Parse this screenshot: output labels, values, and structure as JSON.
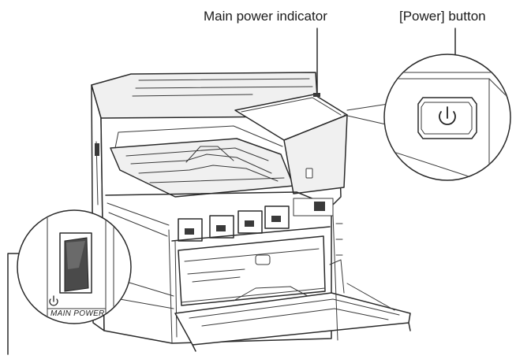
{
  "labels": {
    "main_power_indicator": "Main power indicator",
    "power_button": "[Power] button",
    "main_power_switch_text": "MAIN POWER"
  },
  "icons": [
    "power-symbol-icon",
    "standby-symbol-icon"
  ],
  "colors": {
    "line": "#2a2a2a",
    "power_button_fill": "#cfcfcf",
    "switch_rocker": "#4a4a4a"
  }
}
